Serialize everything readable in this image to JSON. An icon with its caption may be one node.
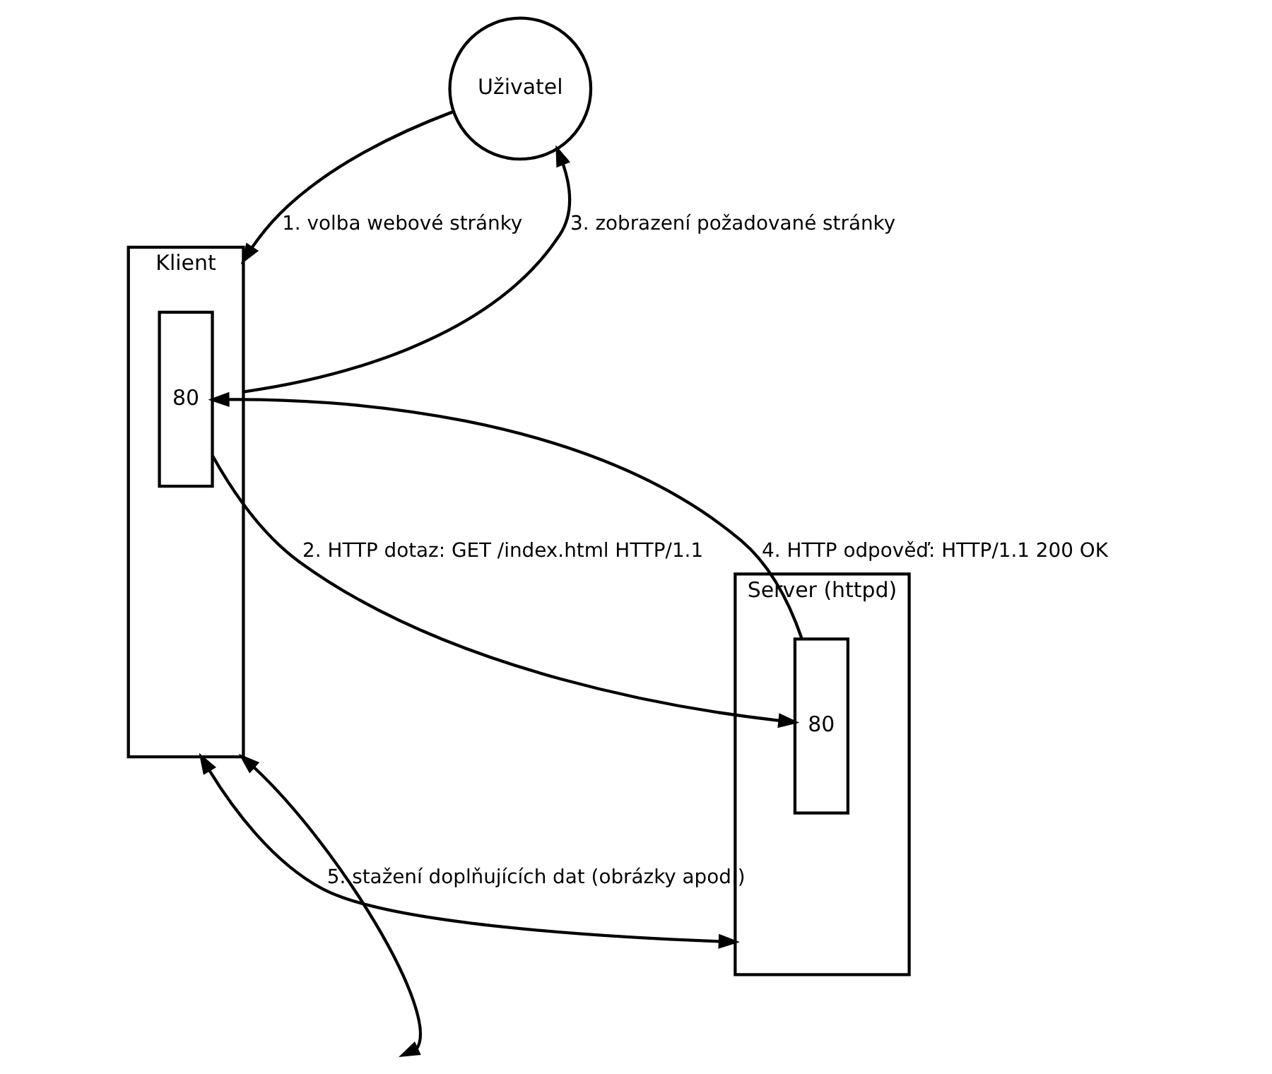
{
  "diagram": {
    "nodes": [
      {
        "text": [
          "Uživatel"
        ]
      },
      {
        "text": [
          "Klient"
        ]
      },
      {
        "text": [
          "80"
        ],
        "in": 1
      },
      {
        "text": [
          "Server (httpd)"
        ]
      },
      {
        "text": [
          "80"
        ],
        "in": 3
      }
    ],
    "edges": [
      {
        "from": 0,
        "to": 1,
        "arrow": "to",
        "label": "1. volba webové stránky"
      },
      {
        "from": 1,
        "to": 0,
        "arrow": "to",
        "label": "3. zobrazení požadované stránky"
      },
      {
        "from": 2,
        "to": 4,
        "arrow": "to",
        "label": "2. HTTP dotaz: GET /index.html HTTP/1.1"
      },
      {
        "from": 4,
        "to": 2,
        "arrow": "to",
        "label": "4. HTTP odpověď: HTTP/1.1 200 OK"
      },
      {
        "from": 1,
        "to": 3,
        "arrow": "both",
        "label": "5. stažení doplňujících dat (obrázky apod.)"
      },
      {
        "from": 1,
        "to": null,
        "arrow": "both"
      }
    ]
  }
}
